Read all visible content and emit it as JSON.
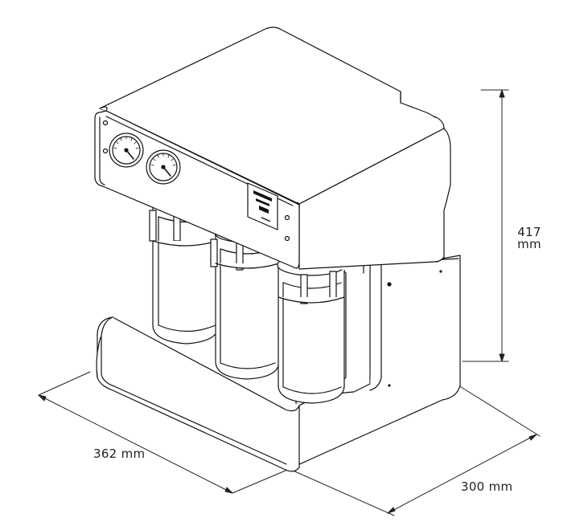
{
  "dimensions": {
    "height_value": "417",
    "height_unit": "mm",
    "width_label": "362 mm",
    "depth_label": "300 mm"
  },
  "colors": {
    "line": "#111111",
    "fill": "#ffffff",
    "dim": "#222222"
  }
}
